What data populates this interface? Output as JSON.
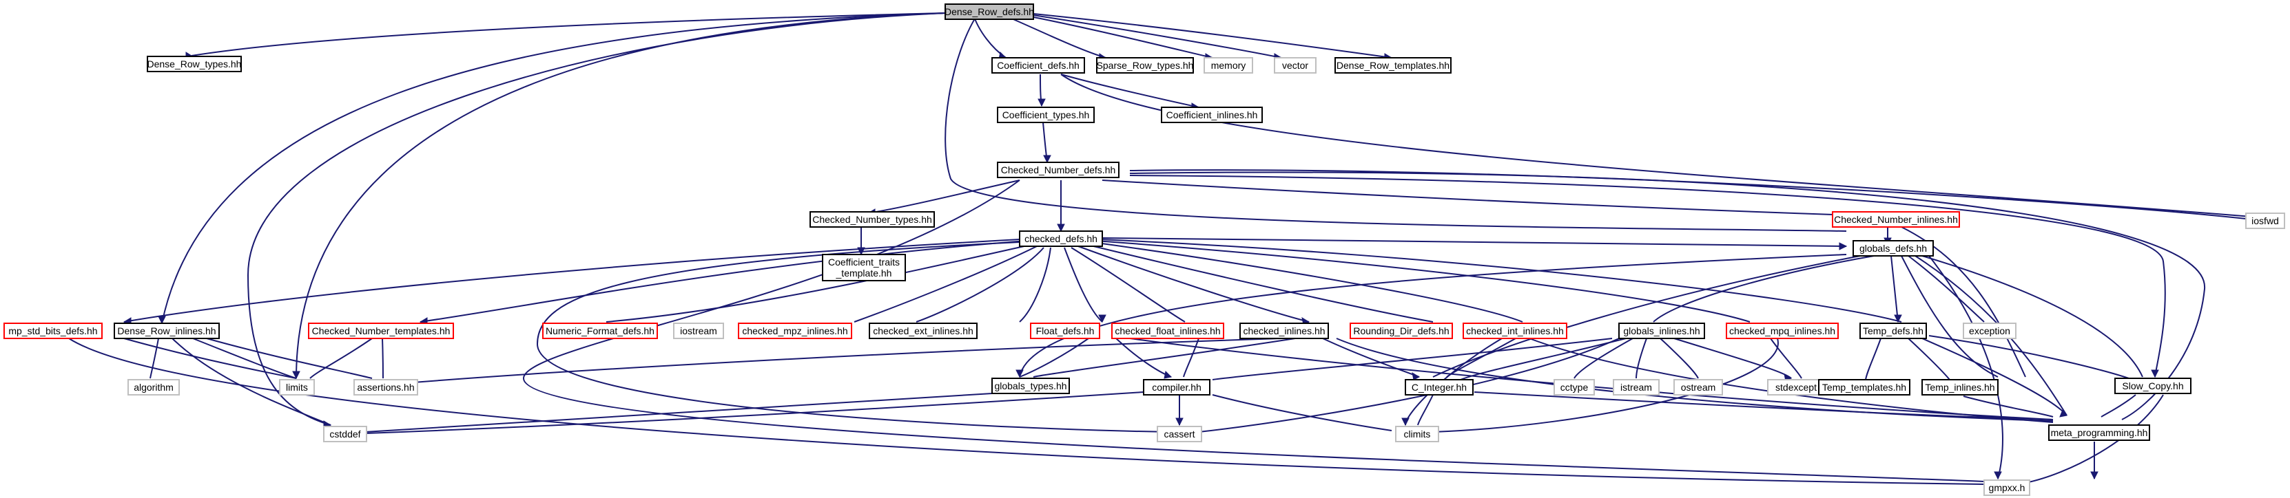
{
  "nodes": {
    "dense_row_defs": "Dense_Row_defs.hh",
    "dense_row_types": "Dense_Row_types.hh",
    "coefficient_defs": "Coefficient_defs.hh",
    "sparse_row_types": "Sparse_Row_types.hh",
    "memory": "memory",
    "vector": "vector",
    "dense_row_templates": "Dense_Row_templates.hh",
    "coefficient_types": "Coefficient_types.hh",
    "coefficient_inlines": "Coefficient_inlines.hh",
    "checked_number_defs": "Checked_Number_defs.hh",
    "iosfwd": "iosfwd",
    "checked_number_types": "Checked_Number_types.hh",
    "coefficient_traits_template_1": "Coefficient_traits",
    "coefficient_traits_template_2": "_template.hh",
    "checked_number_inlines": "Checked_Number_inlines.hh",
    "checked_defs": "checked_defs.hh",
    "globals_defs": "globals_defs.hh",
    "mp_std_bits_defs": "mp_std_bits_defs.hh",
    "dense_row_inlines": "Dense_Row_inlines.hh",
    "checked_number_templates": "Checked_Number_templates.hh",
    "numeric_format_defs": "Numeric_Format_defs.hh",
    "iostream": "iostream",
    "checked_mpz_inlines": "checked_mpz_inlines.hh",
    "checked_ext_inlines": "checked_ext_inlines.hh",
    "float_defs": "Float_defs.hh",
    "checked_float_inlines": "checked_float_inlines.hh",
    "checked_inlines": "checked_inlines.hh",
    "rounding_dir_defs": "Rounding_Dir_defs.hh",
    "checked_int_inlines": "checked_int_inlines.hh",
    "globals_inlines": "globals_inlines.hh",
    "checked_mpq_inlines": "checked_mpq_inlines.hh",
    "temp_defs": "Temp_defs.hh",
    "exception": "exception",
    "algorithm": "algorithm",
    "limits": "limits",
    "assertions": "assertions.hh",
    "globals_types": "globals_types.hh",
    "compiler": "compiler.hh",
    "c_integer": "C_Integer.hh",
    "cctype": "cctype",
    "istream": "istream",
    "ostream": "ostream",
    "stdexcept": "stdexcept",
    "temp_templates": "Temp_templates.hh",
    "temp_inlines": "Temp_inlines.hh",
    "slow_copy": "Slow_Copy.hh",
    "cstddef": "cstddef",
    "cassert": "cassert",
    "climits": "climits",
    "meta_programming": "meta_programming.hh",
    "gmpxx": "gmpxx.h"
  },
  "edge_color": "#191970",
  "border_colors": {
    "documented": "#000000",
    "truncated": "#ff0000",
    "external": "#bfbfbf"
  },
  "root_fill": "#bfbfbf"
}
